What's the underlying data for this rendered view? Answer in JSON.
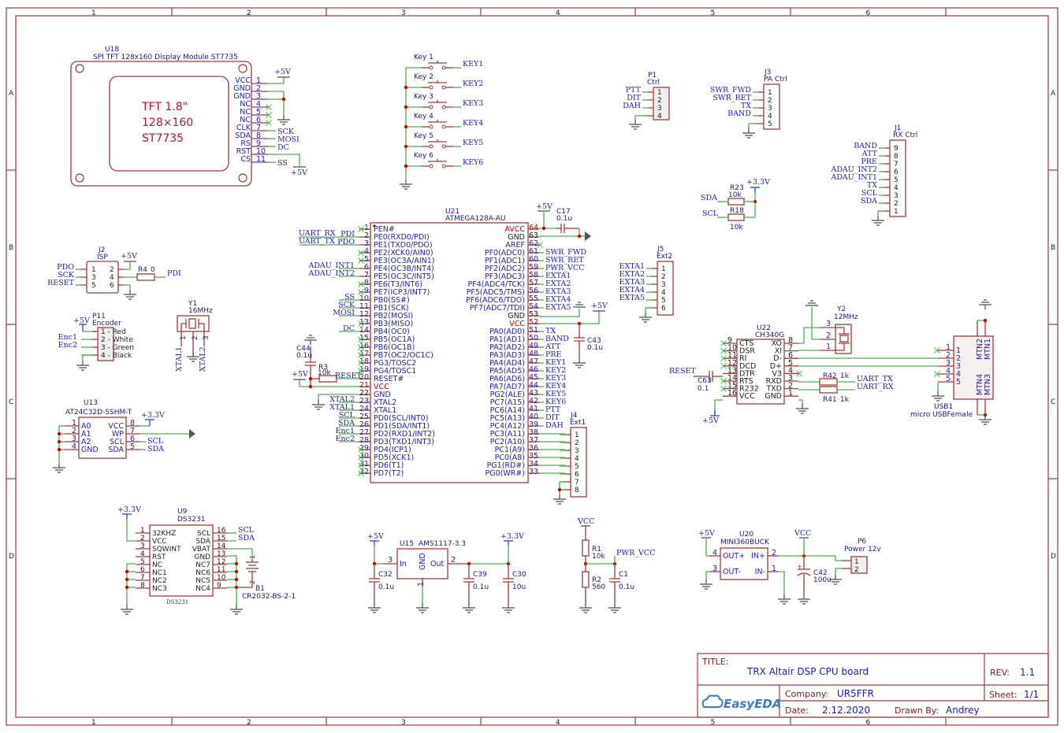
{
  "sheet": {
    "columns": [
      "1",
      "2",
      "3",
      "4",
      "5",
      "6"
    ],
    "rows": [
      "A",
      "B",
      "C",
      "D"
    ]
  },
  "title_block": {
    "title_label": "TITLE:",
    "title": "TRX Altair DSP CPU board",
    "rev_label": "REV:",
    "rev": "1.1",
    "company_label": "Company:",
    "company": "UR5FFR",
    "sheet_label": "Sheet:",
    "sheet": "1/1",
    "date_label": "Date:",
    "date": "2.12.2020",
    "drawn_label": "Drawn By:",
    "drawn_by": "Andrey",
    "logo": "EasyEDA"
  },
  "u18": {
    "ref": "U18",
    "name": "SPI TFT 128x160 Display Module ST7735",
    "screen": [
      "TFT 1.8\"",
      "128×160",
      "ST7735"
    ],
    "pins": [
      {
        "n": "1",
        "label": "VCC",
        "net": ""
      },
      {
        "n": "2",
        "label": "GND",
        "net": ""
      },
      {
        "n": "3",
        "label": "GND",
        "net": ""
      },
      {
        "n": "4",
        "label": "NC",
        "net": ""
      },
      {
        "n": "5",
        "label": "NC",
        "net": ""
      },
      {
        "n": "6",
        "label": "NC",
        "net": ""
      },
      {
        "n": "7",
        "label": "CLK",
        "net": "SCK"
      },
      {
        "n": "8",
        "label": "SDA",
        "net": "MOSI"
      },
      {
        "n": "9",
        "label": "RS",
        "net": "DC"
      },
      {
        "n": "10",
        "label": "RST",
        "net": ""
      },
      {
        "n": "11",
        "label": "CS",
        "net": "SS"
      }
    ],
    "power_top": "+5V",
    "power_bottom": "+5V"
  },
  "keys": {
    "items": [
      {
        "ref": "Key 1",
        "net": "KEY1"
      },
      {
        "ref": "Key 2",
        "net": "KEY2"
      },
      {
        "ref": "Key 3",
        "net": "KEY3"
      },
      {
        "ref": "Key 4",
        "net": "KEY4"
      },
      {
        "ref": "Key 5",
        "net": "KEY5"
      },
      {
        "ref": "Key 6",
        "net": "KEY6"
      }
    ]
  },
  "p1": {
    "ref": "P1",
    "name": "Ctrl",
    "nets": [
      "PTT",
      "DIT",
      "DAH",
      ""
    ],
    "pins": [
      "1",
      "2",
      "3",
      "4"
    ]
  },
  "j3": {
    "ref": "J3",
    "name": "PA Ctrl",
    "nets": [
      "SWR_FWD",
      "SWR_RET",
      "TX",
      "BAND",
      ""
    ],
    "pins": [
      "1",
      "2",
      "3",
      "4",
      "5"
    ]
  },
  "j1": {
    "ref": "J1",
    "name": "RX Ctrl",
    "nets": [
      "BAND",
      "ATT",
      "PRE",
      "ADAU_INT2",
      "ADAU_INT1",
      "TX",
      "SCL",
      "SDA",
      ""
    ],
    "pins": [
      "9",
      "8",
      "7",
      "6",
      "5",
      "4",
      "3",
      "2",
      "1"
    ]
  },
  "pullups": {
    "power": "+3.3V",
    "r23": {
      "ref": "R23",
      "value": "10k",
      "net": "SDA"
    },
    "r18": {
      "ref": "R18",
      "value": "10k",
      "net": "SCL"
    }
  },
  "u21": {
    "ref": "U21",
    "name": "ATMEGA128A-AU",
    "left": [
      {
        "n": "1",
        "label": "PEN#",
        "net": ""
      },
      {
        "n": "2",
        "label": "PE0(RXD0/PDI)",
        "net": "PDI"
      },
      {
        "n": "3",
        "label": "PE1(TXD0/PDO)",
        "net": "PDO"
      },
      {
        "n": "4",
        "label": "PE2(XCK0/AIN0)",
        "net": ""
      },
      {
        "n": "5",
        "label": "PE3(OC3A/AIN1)",
        "net": ""
      },
      {
        "n": "6",
        "label": "PE4(OC3B/INT4)",
        "net": "ADAU_INT1"
      },
      {
        "n": "7",
        "label": "PE5(OC3C/INT5)",
        "net": "ADAU_INT2"
      },
      {
        "n": "8",
        "label": "PE6(T3/INT6)",
        "net": ""
      },
      {
        "n": "9",
        "label": "PE7(ICP3/INT7)",
        "net": ""
      },
      {
        "n": "10",
        "label": "PB0(SS#)",
        "net": "SS"
      },
      {
        "n": "11",
        "label": "PB1(SCK)",
        "net": "SCK"
      },
      {
        "n": "12",
        "label": "PB2(MOSI)",
        "net": "MOSI"
      },
      {
        "n": "13",
        "label": "PB3(MISO)",
        "net": ""
      },
      {
        "n": "14",
        "label": "PB4(OC0)",
        "net": "DC"
      },
      {
        "n": "15",
        "label": "PB5(OC1A)",
        "net": ""
      },
      {
        "n": "16",
        "label": "PB6(OC1B)",
        "net": ""
      },
      {
        "n": "17",
        "label": "PB7(OC2/OC1C)",
        "net": ""
      },
      {
        "n": "18",
        "label": "PG3/TOSC2",
        "net": ""
      },
      {
        "n": "19",
        "label": "PG4/TOSC1",
        "net": ""
      },
      {
        "n": "20",
        "label": "RESET#",
        "net": "RESET"
      },
      {
        "n": "21",
        "label": "VCC",
        "net": ""
      },
      {
        "n": "22",
        "label": "GND",
        "net": ""
      },
      {
        "n": "23",
        "label": "XTAL2",
        "net": "XTAL2"
      },
      {
        "n": "24",
        "label": "XTAL1",
        "net": "XTAL1"
      },
      {
        "n": "25",
        "label": "PD0(SCL/INT0)",
        "net": "SCL"
      },
      {
        "n": "26",
        "label": "PD1(SDA/INT1)",
        "net": "SDA"
      },
      {
        "n": "27",
        "label": "PD2(RXD1/INT2)",
        "net": "Enc1"
      },
      {
        "n": "28",
        "label": "PD3(TXD1/INT3)",
        "net": "Enc2"
      },
      {
        "n": "29",
        "label": "PD4(ICP1)",
        "net": ""
      },
      {
        "n": "30",
        "label": "PD5(XCK1)",
        "net": ""
      },
      {
        "n": "31",
        "label": "PD6(T1)",
        "net": ""
      },
      {
        "n": "32",
        "label": "PD7(T2)",
        "net": ""
      }
    ],
    "right": [
      {
        "n": "64",
        "label": "AVCC",
        "net": ""
      },
      {
        "n": "63",
        "label": "GND",
        "net": ""
      },
      {
        "n": "62",
        "label": "AREF",
        "net": ""
      },
      {
        "n": "61",
        "label": "PF0(ADC0)",
        "net": "SWR_FWD"
      },
      {
        "n": "60",
        "label": "PF1(ADC1)",
        "net": "SWR_RET"
      },
      {
        "n": "59",
        "label": "PF2(ADC2)",
        "net": "PWR_VCC"
      },
      {
        "n": "58",
        "label": "PF3(ADC3)",
        "net": "EXTA1"
      },
      {
        "n": "57",
        "label": "PF4(ADC4/TCK)",
        "net": "EXTA2"
      },
      {
        "n": "56",
        "label": "PF5(ADC5/TMS)",
        "net": "EXTA3"
      },
      {
        "n": "55",
        "label": "PF6(ADC6/TDO)",
        "net": "EXTA4"
      },
      {
        "n": "54",
        "label": "PF7(ADC7/TDI)",
        "net": "EXTA5"
      },
      {
        "n": "53",
        "label": "GND",
        "net": ""
      },
      {
        "n": "52",
        "label": "VCC",
        "net": ""
      },
      {
        "n": "51",
        "label": "PA0(AD0)",
        "net": "TX"
      },
      {
        "n": "50",
        "label": "PA1(AD1)",
        "net": "BAND"
      },
      {
        "n": "49",
        "label": "PA2(AD2)",
        "net": "ATT"
      },
      {
        "n": "48",
        "label": "PA3(AD3)",
        "net": "PRE"
      },
      {
        "n": "47",
        "label": "PA4(AD4)",
        "net": "KEY1"
      },
      {
        "n": "46",
        "label": "PA5(AD5)",
        "net": "KEY2"
      },
      {
        "n": "45",
        "label": "PA6(AD6)",
        "net": "KEY3"
      },
      {
        "n": "44",
        "label": "PA7(AD7)",
        "net": "KEY4"
      },
      {
        "n": "43",
        "label": "PG2(ALE)",
        "net": "KEY5"
      },
      {
        "n": "42",
        "label": "PC7(A15)",
        "net": "KEY6"
      },
      {
        "n": "41",
        "label": "PC6(A14)",
        "net": "PTT"
      },
      {
        "n": "40",
        "label": "PC5(A13)",
        "net": "DIT"
      },
      {
        "n": "39",
        "label": "PC4(A12)",
        "net": "DAH"
      },
      {
        "n": "38",
        "label": "PC3(A11)",
        "net": ""
      },
      {
        "n": "37",
        "label": "PC2(A10)",
        "net": ""
      },
      {
        "n": "36",
        "label": "PC1(A9)",
        "net": ""
      },
      {
        "n": "35",
        "label": "PC0(A8)",
        "net": ""
      },
      {
        "n": "34",
        "label": "PG1(RD#)",
        "net": ""
      },
      {
        "n": "33",
        "label": "PG0(WR#)",
        "net": ""
      }
    ],
    "uart_labels": [
      "UART_RX",
      "UART_TX"
    ],
    "power": "+5V"
  },
  "c17": {
    "ref": "C17",
    "value": "0.1u"
  },
  "c43": {
    "ref": "C43",
    "value": "0.1u"
  },
  "c44": {
    "ref": "C44",
    "value": "0.1u"
  },
  "r3": {
    "ref": "R3",
    "value": "10k"
  },
  "r3_power": "+5V",
  "vcc52_power": "+5V",
  "j2": {
    "ref": "J2",
    "name": "ISP",
    "left_nets": [
      "PDO",
      "SCK",
      "RESET"
    ],
    "left_pins": [
      "1",
      "3",
      "5"
    ],
    "right_pins": [
      "2",
      "4",
      "6"
    ],
    "power": "+5V"
  },
  "r4": {
    "ref": "R4",
    "value": "0",
    "net": "PDI"
  },
  "p11": {
    "ref": "P11",
    "name": "Encoder",
    "power": "+5V",
    "pins": [
      "1 - Red",
      "2 - White",
      "3 - Green",
      "4 - Black"
    ],
    "nets": [
      "",
      "Enc1",
      "Enc2",
      ""
    ]
  },
  "y1": {
    "ref": "Y1",
    "value": "16MHz",
    "pins": [
      "1",
      "2",
      "3"
    ],
    "nets": [
      "XTAL1",
      "XTAL2"
    ]
  },
  "j5": {
    "ref": "J5",
    "name": "Ext2",
    "nets": [
      "EXTA1",
      "EXTA2",
      "EXTA3",
      "EXTA4",
      "EXTA5",
      ""
    ],
    "pins": [
      "1",
      "2",
      "3",
      "4",
      "5",
      "6"
    ]
  },
  "j4": {
    "ref": "J4",
    "name": "Ext1",
    "pins": [
      "1",
      "2",
      "3",
      "4",
      "5",
      "6",
      "7",
      "8"
    ]
  },
  "u13": {
    "ref": "U13",
    "name": "AT24C32D-SSHM-T",
    "power": "+3.3V",
    "left": [
      {
        "n": "1",
        "label": "A0"
      },
      {
        "n": "2",
        "label": "A1"
      },
      {
        "n": "3",
        "label": "A2"
      },
      {
        "n": "4",
        "label": "GND"
      }
    ],
    "right": [
      {
        "n": "8",
        "label": "VCC",
        "net": ""
      },
      {
        "n": "7",
        "label": "WP",
        "net": ""
      },
      {
        "n": "6",
        "label": "SCL",
        "net": "SCL"
      },
      {
        "n": "5",
        "label": "SDA",
        "net": "SDA"
      }
    ]
  },
  "u9": {
    "ref": "U9",
    "name": "DS3231",
    "footer": "DS3231",
    "power": "+3.3V",
    "left": [
      {
        "n": "1",
        "label": "32KHZ"
      },
      {
        "n": "2",
        "label": "VCC"
      },
      {
        "n": "3",
        "label": "SQWINT"
      },
      {
        "n": "4",
        "label": "RST"
      },
      {
        "n": "5",
        "label": "NC"
      },
      {
        "n": "6",
        "label": "NC1"
      },
      {
        "n": "7",
        "label": "NC2"
      },
      {
        "n": "8",
        "label": "NC3"
      }
    ],
    "right": [
      {
        "n": "16",
        "label": "SCL",
        "net": "SCL"
      },
      {
        "n": "15",
        "label": "SDA",
        "net": "SDA"
      },
      {
        "n": "14",
        "label": "VBAT",
        "net": ""
      },
      {
        "n": "13",
        "label": "GND",
        "net": ""
      },
      {
        "n": "12",
        "label": "NC7",
        "net": ""
      },
      {
        "n": "11",
        "label": "NC6",
        "net": ""
      },
      {
        "n": "10",
        "label": "NC5",
        "net": ""
      },
      {
        "n": "9",
        "label": "NC4",
        "net": ""
      }
    ]
  },
  "b1": {
    "ref": "B1",
    "value": "CR2032-BS-2-1",
    "pins": [
      "1",
      "2"
    ]
  },
  "u15": {
    "ref": "U15",
    "name": "AMS1117-3.3",
    "in": "In",
    "gnd": "GND",
    "out": "Out",
    "pin_in": "3",
    "pin_gnd": "1",
    "pin_out": "2",
    "power_in": "+5V",
    "power_out": "+3.3V"
  },
  "c32": {
    "ref": "C32",
    "value": "0.1u"
  },
  "c39": {
    "ref": "C39",
    "value": "0.1u"
  },
  "c30": {
    "ref": "C30",
    "value": "10u"
  },
  "divider": {
    "power": "VCC",
    "r1": {
      "ref": "R1",
      "value": "10k"
    },
    "r2": {
      "ref": "R2",
      "value": "560"
    },
    "c1": {
      "ref": "C1",
      "value": "0.1u"
    },
    "net": "PWR_VCC"
  },
  "u22": {
    "ref": "U22",
    "name": "CH340G",
    "power": "+5V",
    "left": [
      {
        "n": "9",
        "label": "CTS"
      },
      {
        "n": "10",
        "label": "DSR"
      },
      {
        "n": "11",
        "label": "RI"
      },
      {
        "n": "12",
        "label": "DCD"
      },
      {
        "n": "13",
        "label": "DTR"
      },
      {
        "n": "14",
        "label": "RTS"
      },
      {
        "n": "15",
        "label": "R232"
      },
      {
        "n": "16",
        "label": "VCC"
      }
    ],
    "right": [
      {
        "n": "8",
        "label": "XO"
      },
      {
        "n": "7",
        "label": "XI"
      },
      {
        "n": "6",
        "label": "D-"
      },
      {
        "n": "5",
        "label": "D+"
      },
      {
        "n": "4",
        "label": "V3"
      },
      {
        "n": "3",
        "label": "RXD"
      },
      {
        "n": "2",
        "label": "TXD"
      },
      {
        "n": "1",
        "label": "GND"
      }
    ]
  },
  "c63": {
    "ref": "C63",
    "value": "0.1",
    "net": "RESET"
  },
  "y2": {
    "ref": "Y2",
    "value": "12MHz",
    "pins": [
      "3",
      "2",
      "1"
    ]
  },
  "r42": {
    "ref": "R42",
    "value": "1k",
    "net": "UART_TX"
  },
  "r41": {
    "ref": "R41",
    "value": "1k",
    "net": "UART_RX"
  },
  "usb1": {
    "ref": "USB1",
    "name": "micro USBFemale",
    "pins": [
      "1",
      "2",
      "3",
      "4",
      "5"
    ],
    "mtn_top": [
      "MTN2",
      "MTN1"
    ],
    "mtn_bottom": [
      "MTN4",
      "MTN3"
    ]
  },
  "u20": {
    "ref": "U20",
    "name": "MINI360BUCK",
    "power": "+5V",
    "left": [
      {
        "n": "4",
        "label": "OUT+"
      },
      {
        "n": "3",
        "label": "OUT-"
      }
    ],
    "right": [
      {
        "n": "2",
        "label": "IN+"
      },
      {
        "n": "1",
        "label": "IN-"
      }
    ]
  },
  "c42": {
    "ref": "C42",
    "value": "100u",
    "power": "VCC"
  },
  "p6": {
    "ref": "P6",
    "name": "Power 12v",
    "pins": [
      "1",
      "2"
    ]
  }
}
